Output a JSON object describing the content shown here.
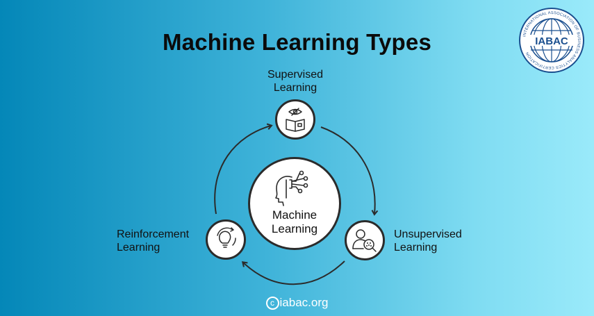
{
  "title": "Machine Learning Types",
  "center": {
    "line1": "Machine",
    "line2": "Learning",
    "icon": "head-network-icon"
  },
  "nodes": {
    "supervised": {
      "line1": "Supervised",
      "line2": "Learning",
      "icon": "book-eye-icon"
    },
    "unsupervised": {
      "line1": "Unsupervised",
      "line2": "Learning",
      "icon": "user-search-icon"
    },
    "reinforcement": {
      "line1": "Reinforcement",
      "line2": "Learning",
      "icon": "lightbulb-icon"
    }
  },
  "footer": {
    "copyright_symbol": "c",
    "text": "iabac.org"
  },
  "logo": {
    "text": "IABAC",
    "ring_text": "INTERNATIONAL ASSOCIATION OF BUSINESS ANALYTICS CERTIFICATION"
  },
  "colors": {
    "accent_dark": "#2b2b2b",
    "logo_blue": "#1a4f8f",
    "bg_left": "#0487b8",
    "bg_right": "#9aeafa"
  }
}
